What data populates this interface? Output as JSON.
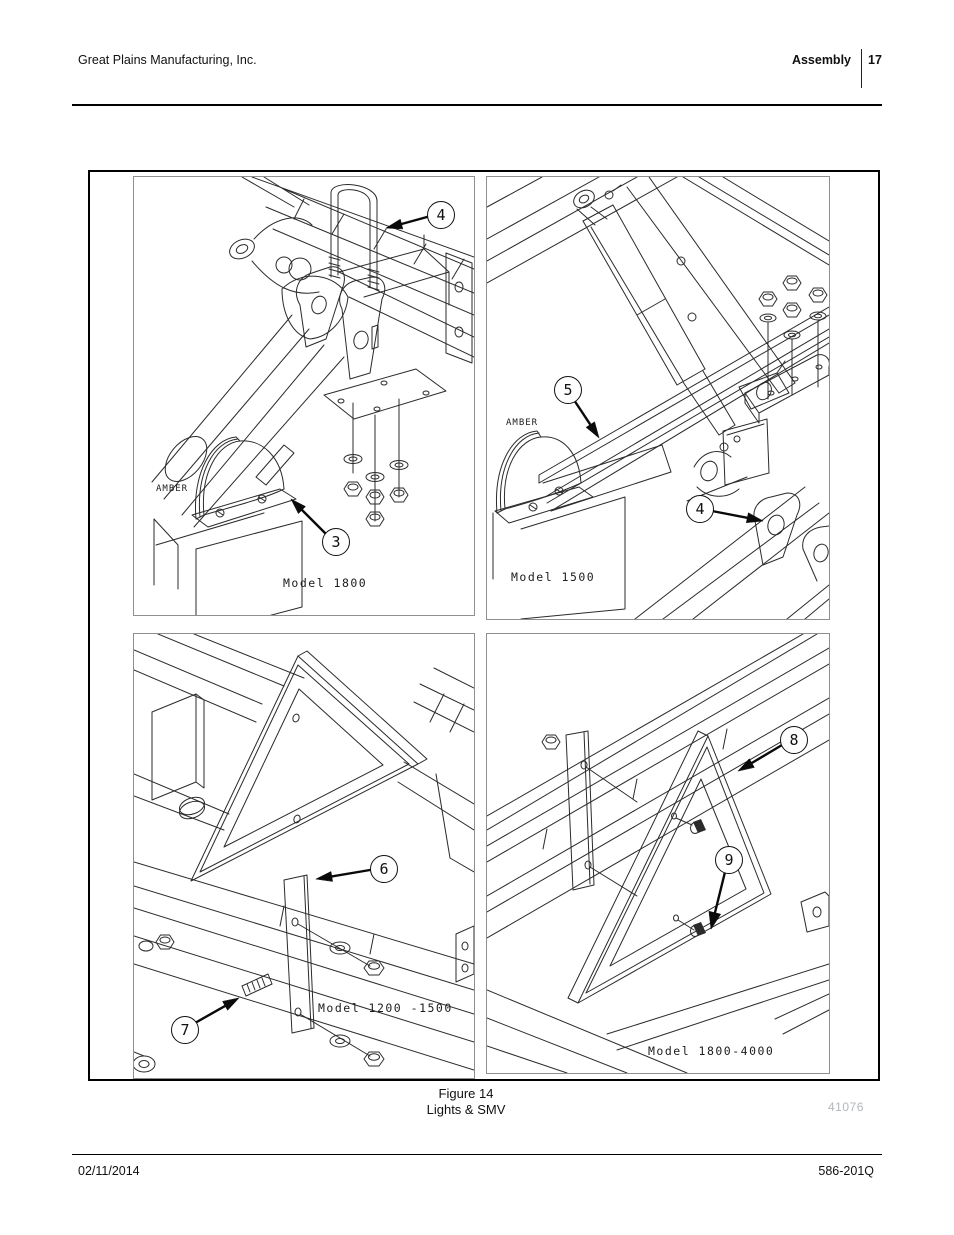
{
  "header": {
    "company": "Great Plains Manufacturing, Inc.",
    "section": "Assembly",
    "page_number": "17"
  },
  "figure": {
    "caption_title": "Figure 14",
    "caption_subtitle": "Lights & SMV",
    "drawing_number": "41076",
    "panels": [
      {
        "model_label": "Model 1800",
        "light_label": "AMBER",
        "callouts": {
          "a": "4",
          "b": "3"
        }
      },
      {
        "model_label": "Model 1500",
        "light_label": "AMBER",
        "callouts": {
          "a": "5",
          "b": "4"
        }
      },
      {
        "model_label": "Model 1200 -1500",
        "callouts": {
          "a": "6",
          "b": "7"
        }
      },
      {
        "model_label": "Model 1800-4000",
        "callouts": {
          "a": "8",
          "b": "9"
        }
      }
    ]
  },
  "footer": {
    "revision_date": "02/11/2014",
    "document_number": "586-201Q"
  }
}
